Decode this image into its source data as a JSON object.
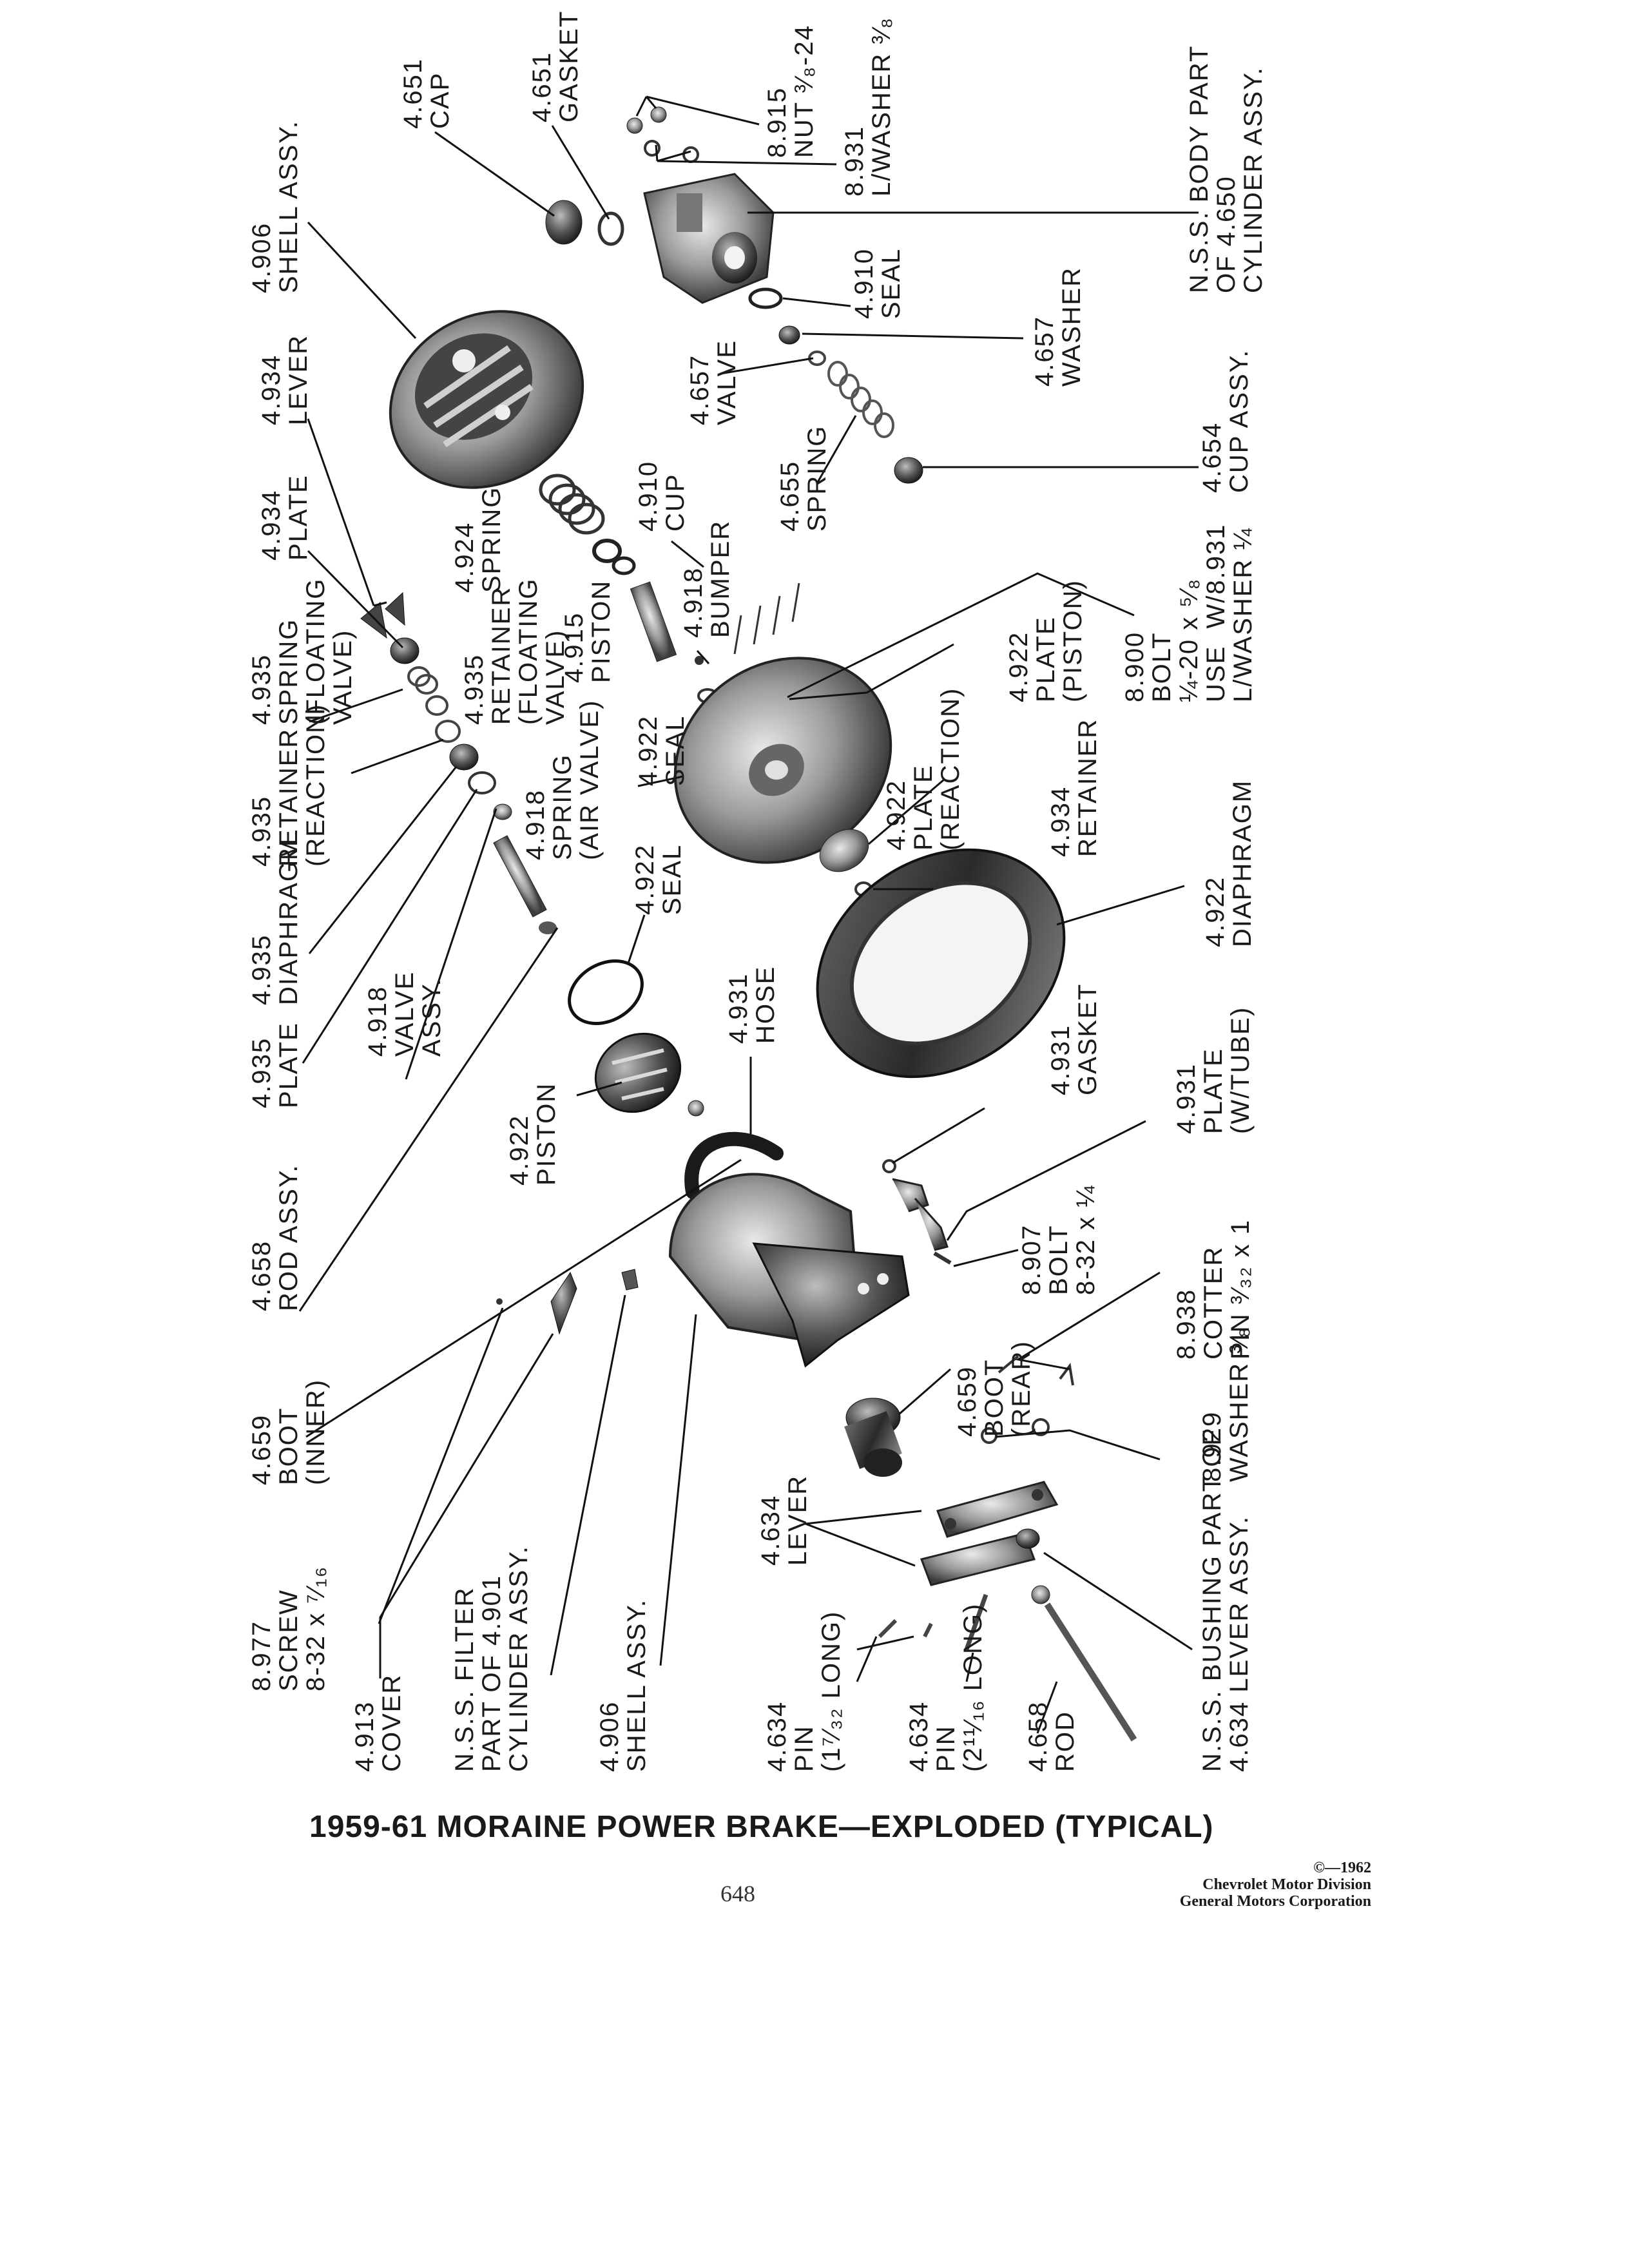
{
  "caption": "1959-61 MORAINE POWER BRAKE—EXPLODED (TYPICAL)",
  "page_number": "648",
  "credit": {
    "copyright": "©—1962",
    "line1": "Chevrolet Motor Division",
    "line2": "General Motors Corporation"
  },
  "callouts": [
    {
      "id": "c01",
      "text": "4.651\nCAP"
    },
    {
      "id": "c02",
      "text": "4.651\nGASKET"
    },
    {
      "id": "c03",
      "text": "8.915\nNUT ³⁄₈-24"
    },
    {
      "id": "c04",
      "text": "8.931\nL/WASHER ³⁄₈"
    },
    {
      "id": "c05",
      "text": "N.S.S. BODY PART\nOF 4.650\nCYLINDER ASSY."
    },
    {
      "id": "c06",
      "text": "4.906\nSHELL ASSY."
    },
    {
      "id": "c07",
      "text": "4.910\nSEAL"
    },
    {
      "id": "c08",
      "text": "4.657\nWASHER"
    },
    {
      "id": "c09",
      "text": "4.934\nLEVER"
    },
    {
      "id": "c10",
      "text": "4.657\nVALVE"
    },
    {
      "id": "c11",
      "text": "4.654\nCUP ASSY."
    },
    {
      "id": "c12",
      "text": "4.655\nSPRING"
    },
    {
      "id": "c13",
      "text": "4.934\nPLATE"
    },
    {
      "id": "c14",
      "text": "4.924\nSPRING"
    },
    {
      "id": "c15",
      "text": "4.910\nCUP"
    },
    {
      "id": "c16",
      "text": "4.935\nSPRING\n(FLOATING\nVALVE)"
    },
    {
      "id": "c17",
      "text": "4.935\nRETAINER\n(FLOATING\nVALVE)"
    },
    {
      "id": "c18",
      "text": "4.915\nPISTON"
    },
    {
      "id": "c19",
      "text": "4.918\nBUMPER"
    },
    {
      "id": "c20",
      "text": "8.900\nBOLT\n¼-20 x ⁵⁄₈\nUSE  W/8.931\nL/WASHER ¼"
    },
    {
      "id": "c21",
      "text": "4.922\nPLATE\n(PISTON)"
    },
    {
      "id": "c22",
      "text": "4.935\nRETAINER\n(REACTION)"
    },
    {
      "id": "c23",
      "text": "4.922\nSEAL"
    },
    {
      "id": "c24",
      "text": "4.918\nSPRING\n(AIR VALVE)"
    },
    {
      "id": "c25",
      "text": "4.922\nPLATE\n(REACTION)"
    },
    {
      "id": "c26",
      "text": "4.935\nDIAPHRAGM"
    },
    {
      "id": "c27",
      "text": "4.934\nRETAINER"
    },
    {
      "id": "c28",
      "text": "4.922\nSEAL"
    },
    {
      "id": "c29",
      "text": "4.918\nVALVE\nASSY."
    },
    {
      "id": "c30",
      "text": "4.922\nDIAPHRAGM"
    },
    {
      "id": "c31",
      "text": "4.935\nPLATE"
    },
    {
      "id": "c32",
      "text": "4.931\nHOSE"
    },
    {
      "id": "c33",
      "text": "4.922\nPISTON"
    },
    {
      "id": "c34",
      "text": "4.931\nGASKET"
    },
    {
      "id": "c35",
      "text": "4.931\nPLATE\n(W/TUBE)"
    },
    {
      "id": "c36",
      "text": "4.658\nROD ASSY."
    },
    {
      "id": "c37",
      "text": "8.907\nBOLT\n8-32 x ¼"
    },
    {
      "id": "c38",
      "text": "8.938\nCOTTER\nPIN ³⁄₃₂ x 1"
    },
    {
      "id": "c39",
      "text": "4.659\nBOOT\n(REAR)"
    },
    {
      "id": "c40",
      "text": "4.659\nBOOT\n(INNER)"
    },
    {
      "id": "c41",
      "text": "8.929\nWASHER ³⁄₈"
    },
    {
      "id": "c42",
      "text": "4.634\nLEVER"
    },
    {
      "id": "c43",
      "text": "8.977\nSCREW\n8-32 x ⁷⁄₁₆"
    },
    {
      "id": "c44",
      "text": "4.913\nCOVER"
    },
    {
      "id": "c45",
      "text": "N.S.S. FILTER\nPART OF 4.901\nCYLINDER ASSY."
    },
    {
      "id": "c46",
      "text": "4.906\nSHELL ASSY."
    },
    {
      "id": "c47",
      "text": "4.634\nPIN\n(1⁷⁄₃₂ LONG)"
    },
    {
      "id": "c48",
      "text": "4.634\nPIN\n(2¹¹⁄₁₆ LONG)"
    },
    {
      "id": "c49",
      "text": "4.658\nROD"
    },
    {
      "id": "c50",
      "text": "N.S.S. BUSHING PART OF\n4.634 LEVER ASSY."
    }
  ]
}
